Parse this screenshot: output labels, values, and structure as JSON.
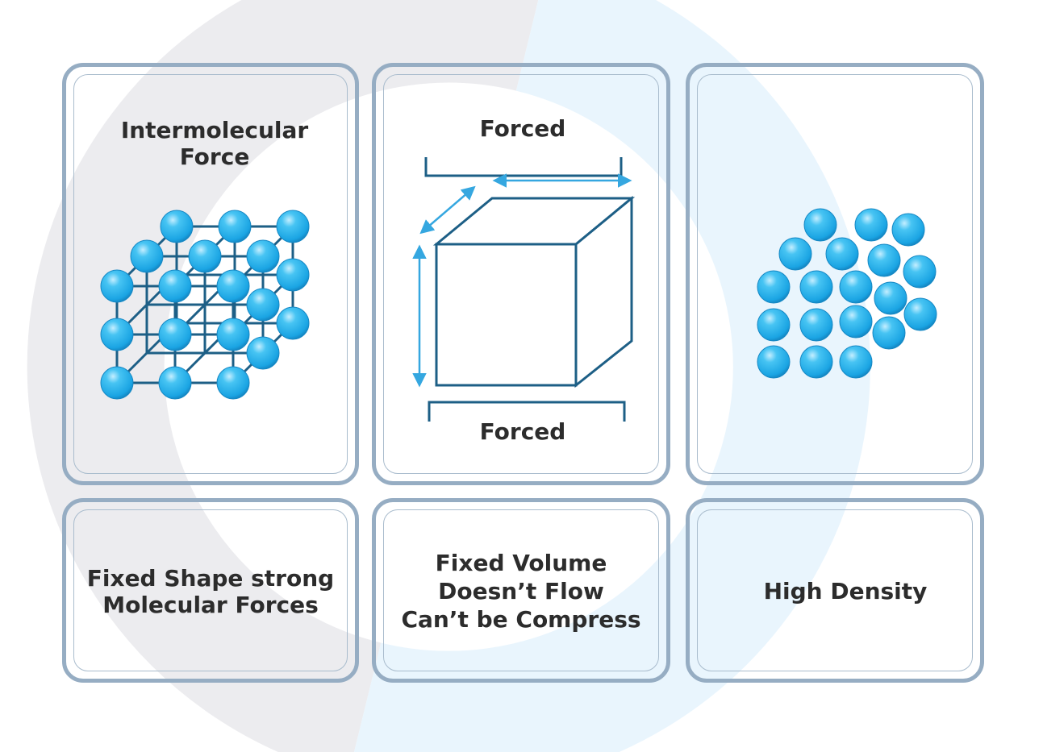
{
  "panels": {
    "lattice": {
      "title": "Intermolecular Force"
    },
    "cube": {
      "top_label": "Forced",
      "bottom_label": "Forced"
    },
    "packed": {}
  },
  "properties": {
    "shape": {
      "line1": "Fixed Shape strong",
      "line2": "Molecular Forces"
    },
    "volume": {
      "line1": "Fixed Volume",
      "line2": "Doesn’t Flow",
      "line3": "Can’t be Compress"
    },
    "density": {
      "label": "High Density"
    }
  },
  "colors": {
    "card_border": "#96adc3",
    "outline_blue": "#1d5f86",
    "sphere_blue": "#2fb3ea",
    "arrow_blue": "#35a7e0",
    "text": "#2c2c2c",
    "bg_ring_grey": "#ececef",
    "bg_ring_blue": "#e9f5fd"
  }
}
